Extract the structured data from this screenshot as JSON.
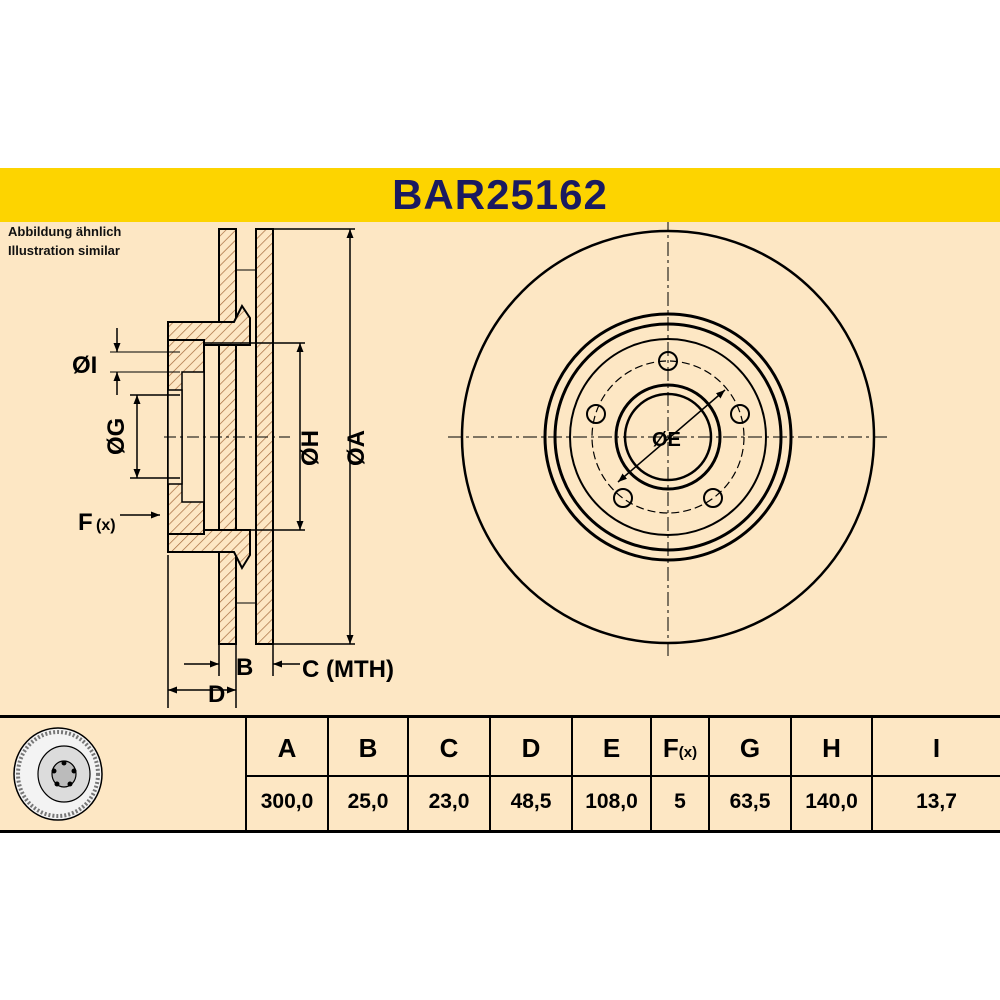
{
  "title": "BAR25162",
  "note": {
    "line1": "Abbildung ähnlich",
    "line2": "Illustration similar"
  },
  "labels": {
    "I": "ØI",
    "G": "ØG",
    "F": "F",
    "F_sub": "(x)",
    "H": "ØH",
    "A": "ØA",
    "B": "B",
    "C": "C (MTH)",
    "D": "D",
    "E": "ØE"
  },
  "table": {
    "headers": [
      "A",
      "B",
      "C",
      "D",
      "E",
      "F",
      "G",
      "H",
      "I"
    ],
    "values": [
      "300,0",
      "25,0",
      "23,0",
      "48,5",
      "108,0",
      "5",
      "63,5",
      "140,0",
      "13,7"
    ],
    "f_suffix": "(x)"
  },
  "colors": {
    "banner": "#fdd400",
    "title": "#1a1a60",
    "panel": "#fde7c4",
    "hatch": "#a56a3c",
    "line": "#000000"
  }
}
